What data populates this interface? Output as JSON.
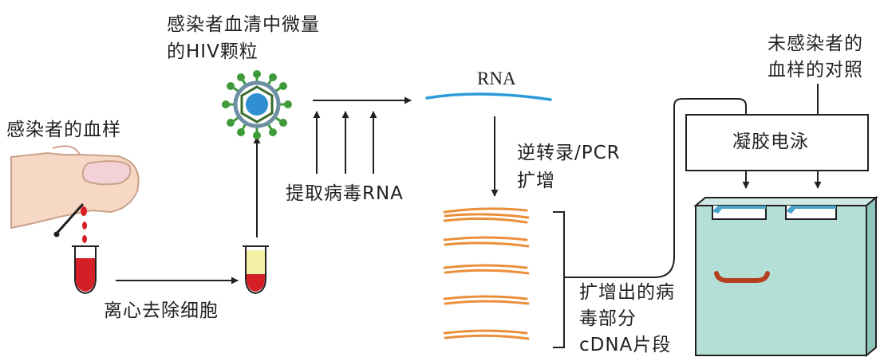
{
  "labels": {
    "blood_sample": "感染者的血样",
    "serum_virus_line1": "感染者血清中微量",
    "serum_virus_line2": "的HIV颗粒",
    "extract_rna": "提取病毒RNA",
    "rna": "RNA",
    "rt_pcr_line1": "逆转录/PCR",
    "rt_pcr_line2": "扩增",
    "centrifuge": "离心去除细胞",
    "amplified_line1": "扩增出的病",
    "amplified_line2": "毒部分",
    "amplified_line3": "cDNA片段",
    "control_line1": "未感染者的",
    "control_line2": "血样的对照",
    "gel": "凝胶电泳"
  },
  "colors": {
    "line": "#231f20",
    "blood_red": "#d51f26",
    "serum_yellow": "#f3f0a6",
    "rna_blue": "#2b9bd8",
    "cdna_orange": "#eb8e3a",
    "gel_fill": "#b4dfd7",
    "gel_well": "#4aa6c9",
    "band_brown": "#b5401f",
    "virus_green": "#3f9a3a",
    "virus_ring": "#6e8fa3",
    "virus_core": "#2f8fd0",
    "skin": "#f6d8c5",
    "nail": "#f3d2d7"
  },
  "icons": [
    "finger-icon",
    "lancet-icon",
    "blood-tube-icon",
    "serum-tube-icon",
    "hiv-virus-icon",
    "gel-box-icon"
  ]
}
